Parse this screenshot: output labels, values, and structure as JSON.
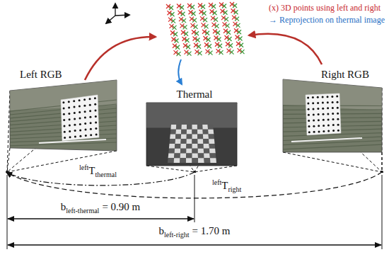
{
  "diagram": {
    "nodes": [
      {
        "text": [
          "Left RGB"
        ]
      },
      {
        "text": [
          "Thermal"
        ]
      },
      {
        "text": [
          "Right RGB"
        ]
      }
    ],
    "edges": [
      {
        "from": 1,
        "to": 0,
        "arrow": "to"
      },
      {
        "from": 2,
        "to": 0,
        "arrow": "to"
      }
    ],
    "labels": [
      "(x) 3D points using left and right",
      "→ Reprojection on thermal image",
      "left",
      "T",
      "thermal",
      "left",
      "T",
      "right",
      "b",
      "left-thermal",
      "= 0.90 m",
      "b",
      "left-right",
      "= 1.70 m"
    ]
  }
}
